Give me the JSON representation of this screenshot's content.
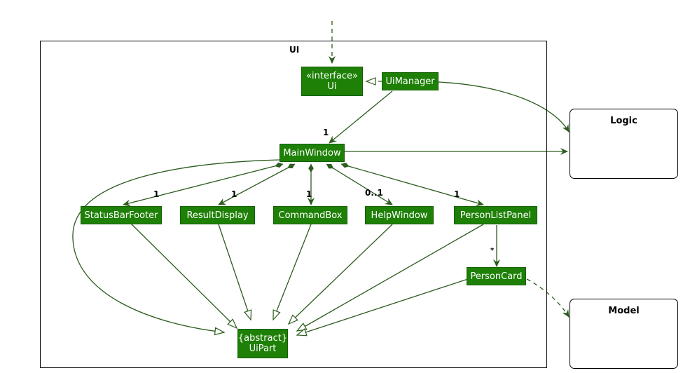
{
  "diagram": {
    "type": "uml-class-diagram",
    "title": "UI",
    "stroke_color": "#2C5C1E",
    "node_fill": "#1E8006",
    "node_text": "#FFFFFF",
    "external_box_border": "#000000"
  },
  "package": {
    "label": "UI"
  },
  "nodes": {
    "ui_interface": {
      "stereotype": "«interface»",
      "name": "Ui"
    },
    "ui_manager": {
      "name": "UiManager"
    },
    "main_window": {
      "name": "MainWindow"
    },
    "status_bar_footer": {
      "name": "StatusBarFooter"
    },
    "result_display": {
      "name": "ResultDisplay"
    },
    "command_box": {
      "name": "CommandBox"
    },
    "help_window": {
      "name": "HelpWindow"
    },
    "person_list_panel": {
      "name": "PersonListPanel"
    },
    "person_card": {
      "name": "PersonCard"
    },
    "ui_part": {
      "stereotype": "{abstract}",
      "name": "UiPart"
    }
  },
  "external": {
    "logic": {
      "name": "Logic"
    },
    "model": {
      "name": "Model"
    }
  },
  "multiplicities": {
    "uimanager_mainwindow": "1",
    "mainwindow_statusbarfooter": "1",
    "mainwindow_resultdisplay": "1",
    "mainwindow_commandbox": "1",
    "mainwindow_helpwindow": "0..1",
    "mainwindow_personlistpanel": "1",
    "personlistpanel_personcard": "*"
  }
}
